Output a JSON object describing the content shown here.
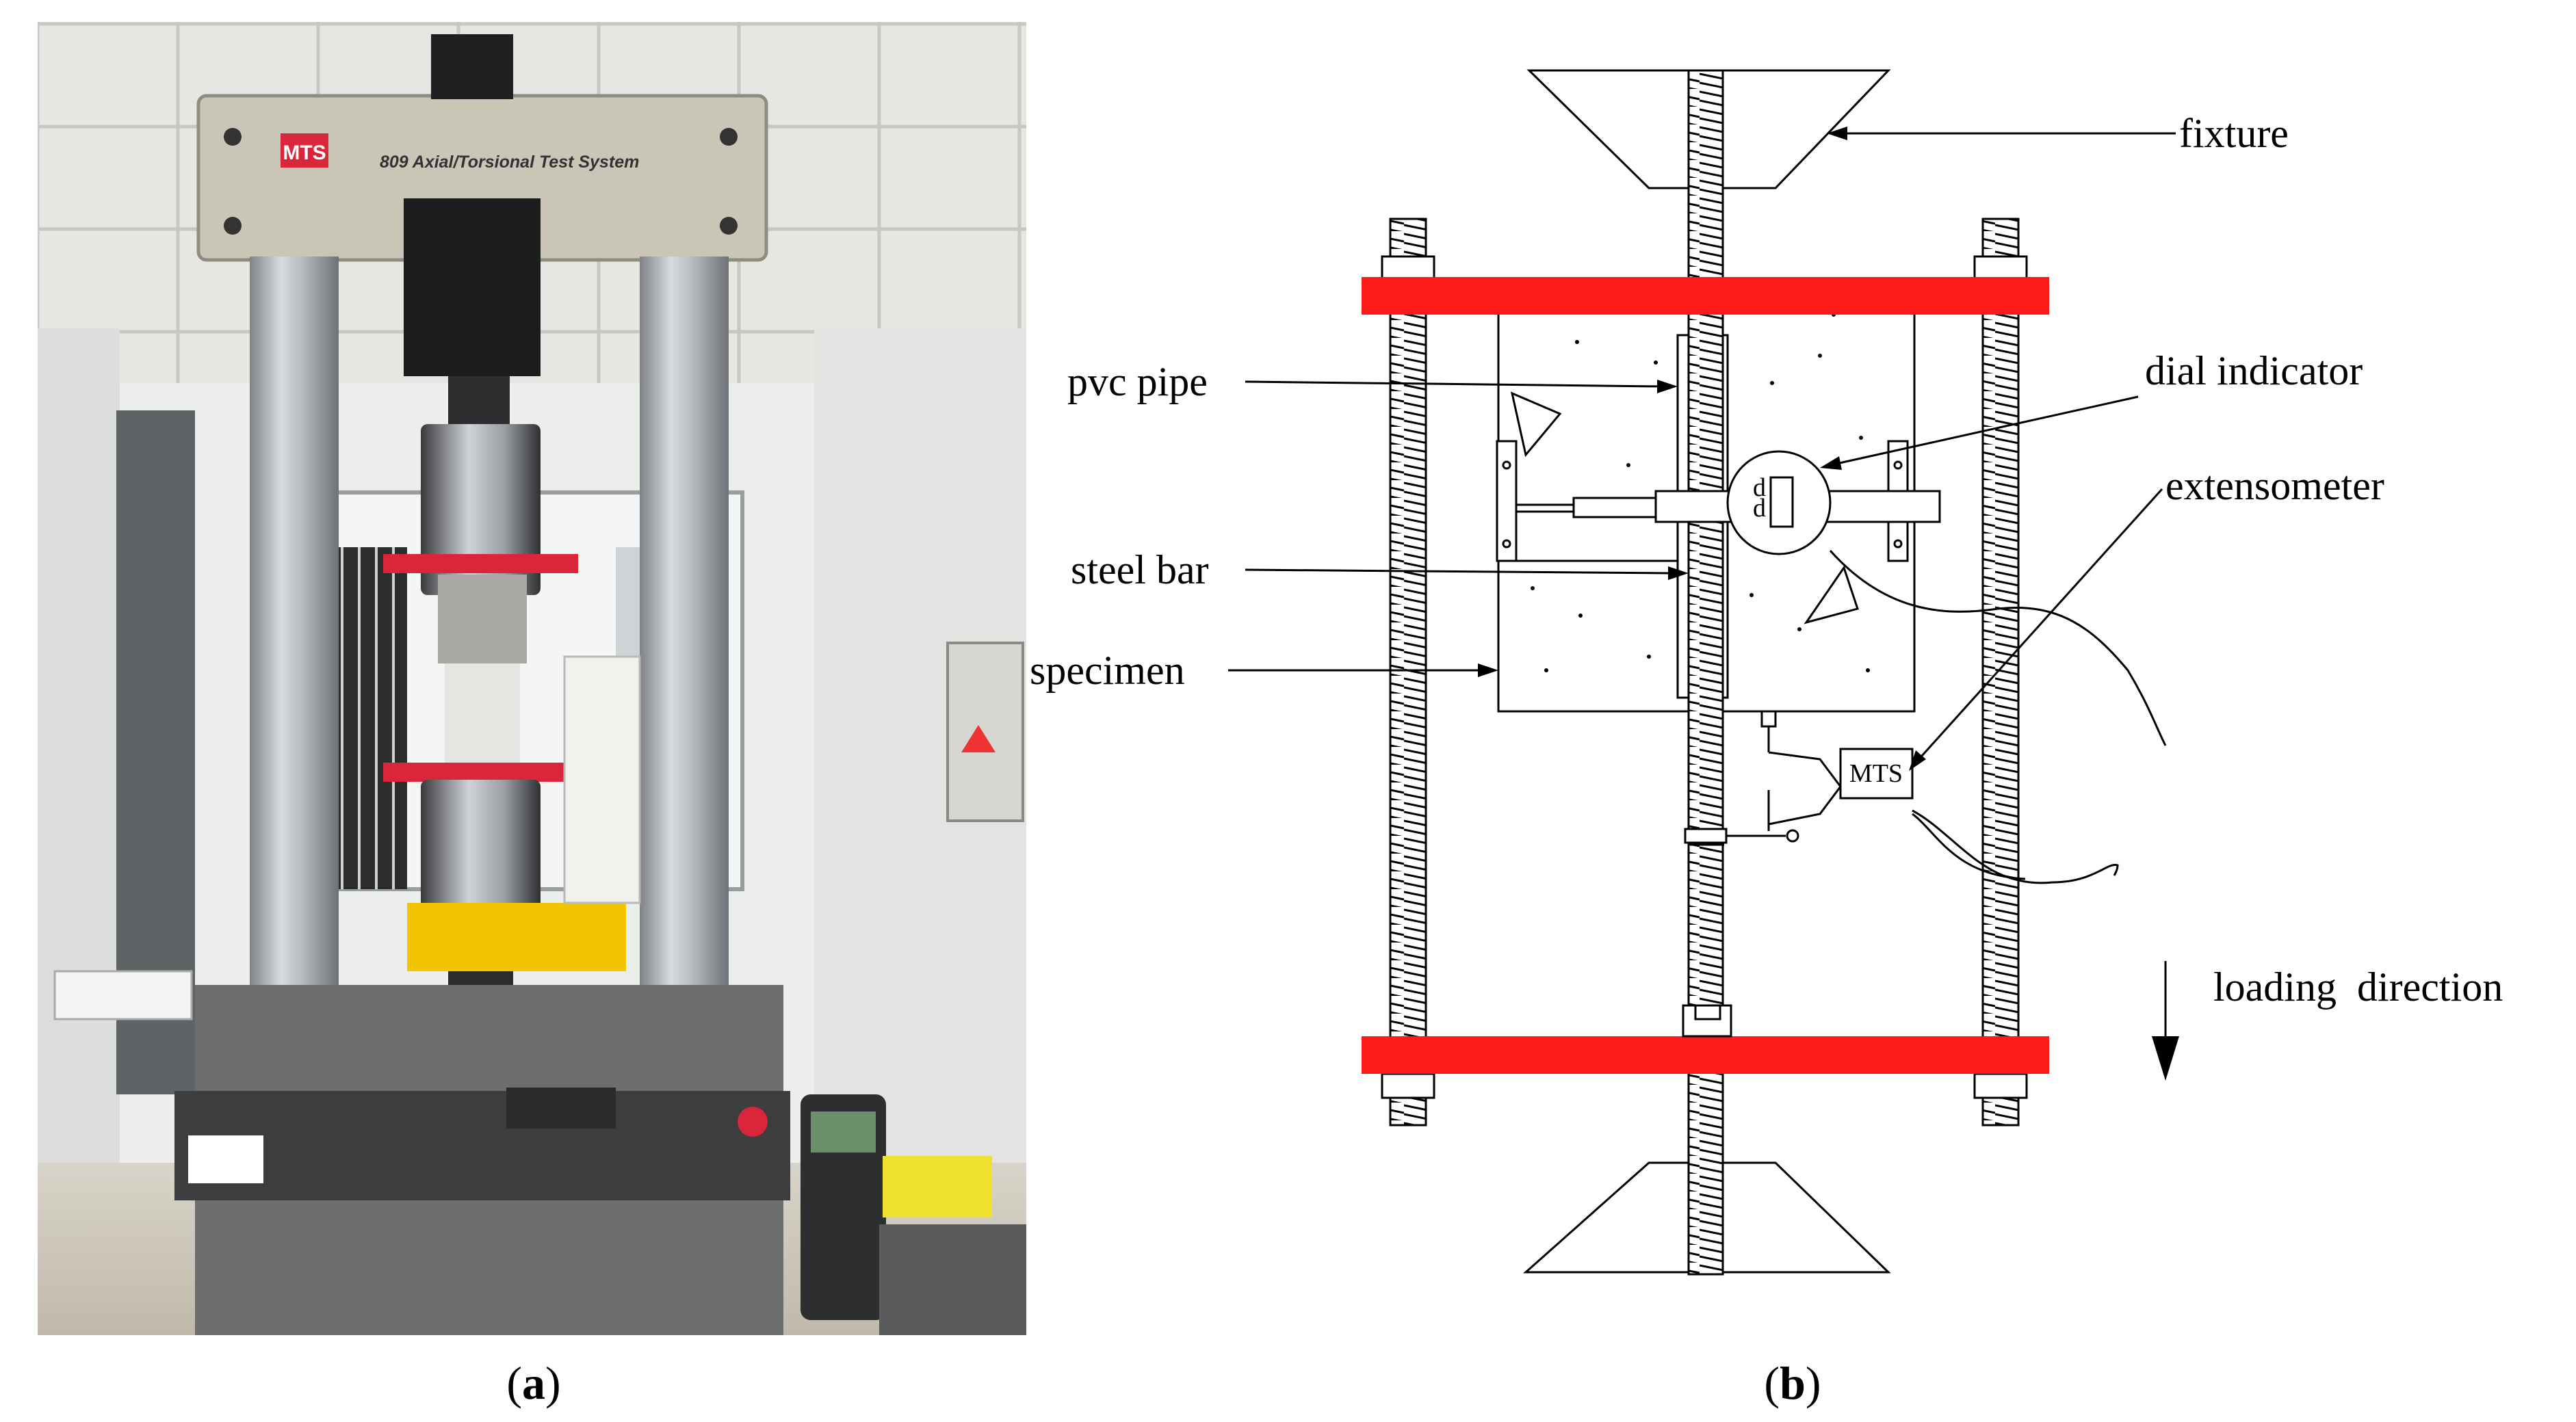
{
  "panel_a": {
    "caption_open": "(",
    "caption_letter": "a",
    "caption_close": ")",
    "machine_brand": "MTS",
    "machine_model": "809 Axial/Torsional Test System"
  },
  "panel_b": {
    "caption_open": "(",
    "caption_letter": "b",
    "caption_close": ")",
    "labels": {
      "fixture": "fixture",
      "pvc_pipe": "pvc pipe",
      "dial_indicator": "dial indicator",
      "extensometer": "extensometer",
      "steel_bar": "steel bar",
      "specimen": "specimen",
      "mts_box": "MTS",
      "loading_direction": "loading  direction"
    }
  },
  "colors": {
    "clamp_plate": "#ff1a1a",
    "line": "#000000",
    "machine_frame": "#c9c6b8",
    "machine_base": "#6d6e70",
    "column": "#a9adb1",
    "photo_red": "#d9263a"
  }
}
